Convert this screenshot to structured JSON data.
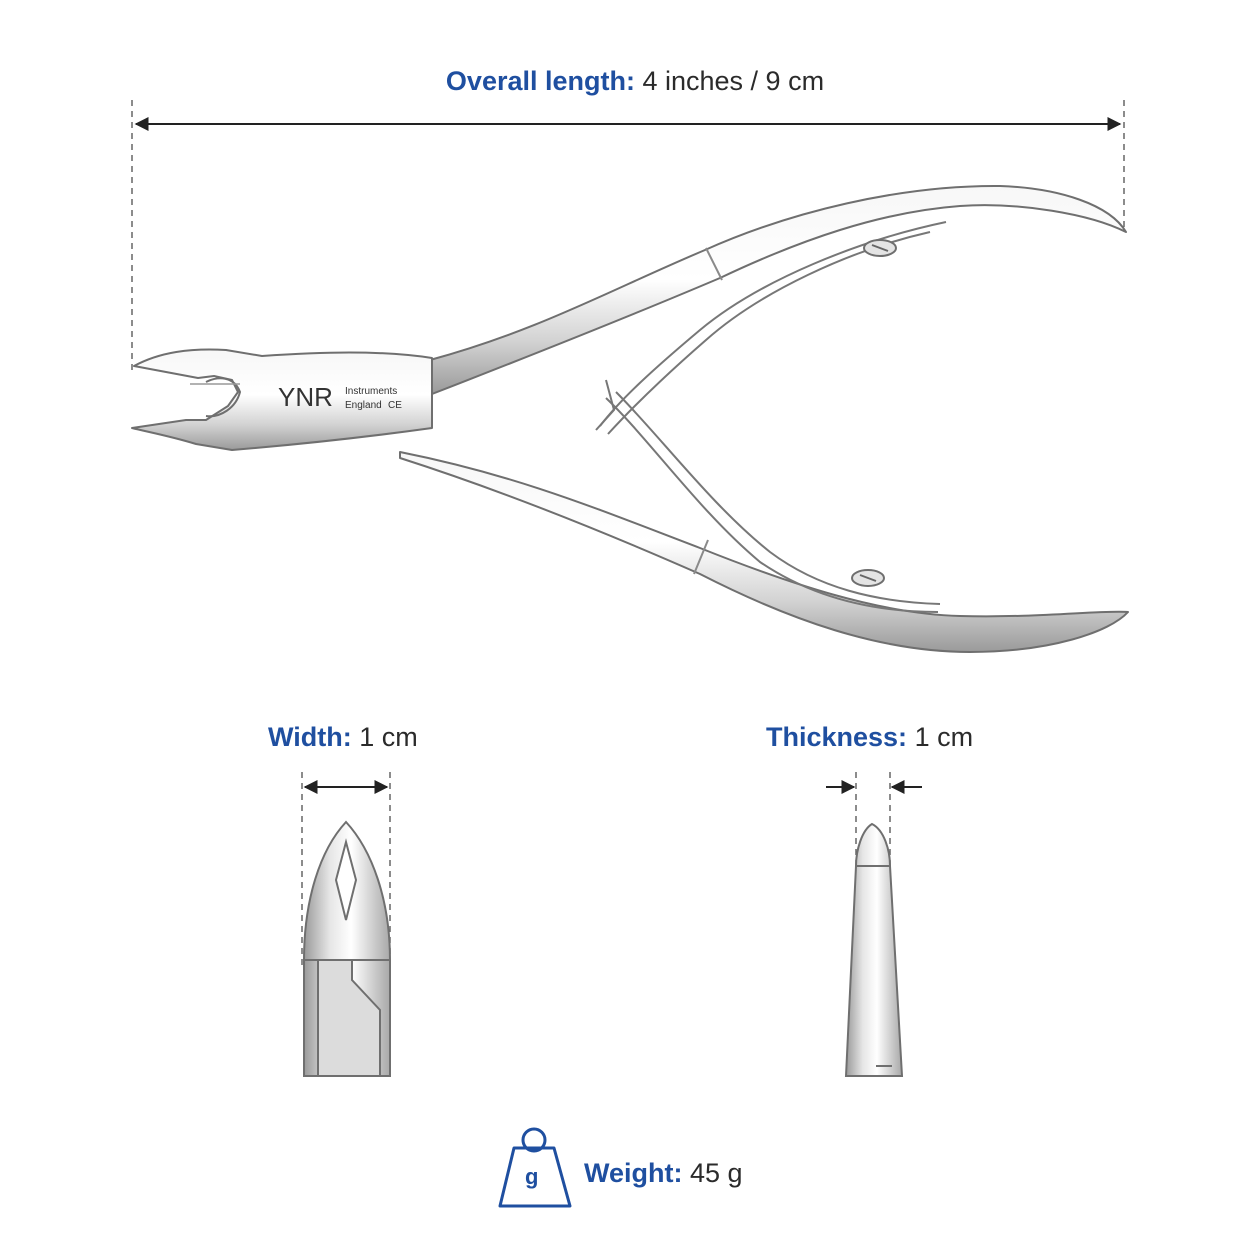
{
  "specs": {
    "length": {
      "label": "Overall length:",
      "value": "4 inches / 9 cm"
    },
    "width": {
      "label": "Width:",
      "value": "1 cm"
    },
    "thickness": {
      "label": "Thickness:",
      "value": "1 cm"
    },
    "weight": {
      "label": "Weight:",
      "value": "45 g"
    }
  },
  "product": {
    "brand": "YNR",
    "maker_line1": "Instruments",
    "maker_line2": "England",
    "mark": "CE"
  },
  "weight_icon_glyph": "g",
  "colors": {
    "accent": "#1f4fa0",
    "text": "#2b2b2b",
    "steel_outline": "#777777"
  },
  "icons": [
    "weight-icon",
    "dimension-arrow-icon"
  ]
}
